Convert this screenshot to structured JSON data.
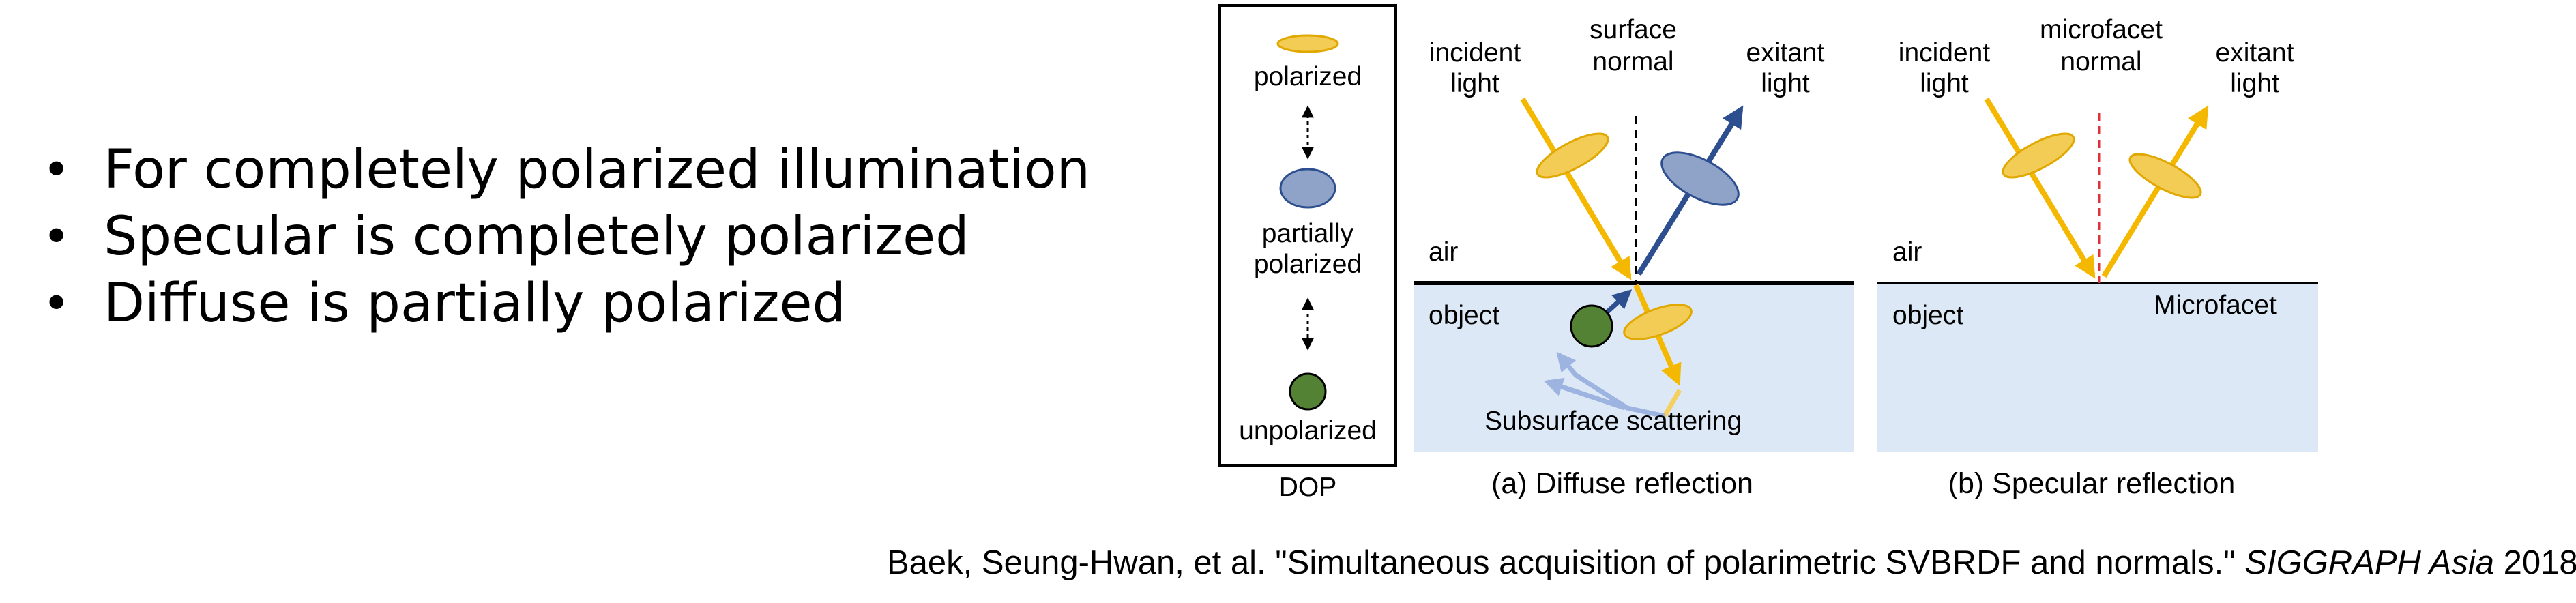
{
  "bullets": [
    "For completely polarized illumination",
    "Specular is completely polarized",
    "Diffuse is partially polarized"
  ],
  "dop_legend": {
    "polarized": "polarized",
    "partially_line1": "partially",
    "partially_line2": "polarized",
    "unpolarized": "unpolarized",
    "caption": "DOP"
  },
  "panel_a": {
    "incident_line1": "incident",
    "incident_line2": "light",
    "normal_line1": "surface",
    "normal_line2": "normal",
    "exitant_line1": "exitant",
    "exitant_line2": "light",
    "air": "air",
    "object": "object",
    "subsurface": "Subsurface scattering",
    "caption": "(a) Diffuse reflection"
  },
  "panel_b": {
    "incident_line1": "incident",
    "incident_line2": "light",
    "normal_line1": "microfacet",
    "normal_line2": "normal",
    "exitant_line1": "exitant",
    "exitant_line2": "light",
    "air": "air",
    "object": "object",
    "microfacet": "Microfacet",
    "caption": "(b) Specular reflection"
  },
  "citation": {
    "prefix": "Baek, Seung-Hwan, et al. \"Simultaneous acquisition of polarimetric SVBRDF and normals.\" ",
    "venue": "SIGGRAPH Asia",
    "year": " 2018"
  },
  "colors": {
    "light_ray": "#f5b800",
    "ellipse_yellow": "#f3cc55",
    "ellipse_blue": "#8fa3c9",
    "exit_blue": "#2e4f8f",
    "unpolarized_green": "#548235",
    "object_fill": "#dce8f5",
    "scatter_light_blue": "#9db4e0",
    "normal_red": "#e0303a"
  }
}
